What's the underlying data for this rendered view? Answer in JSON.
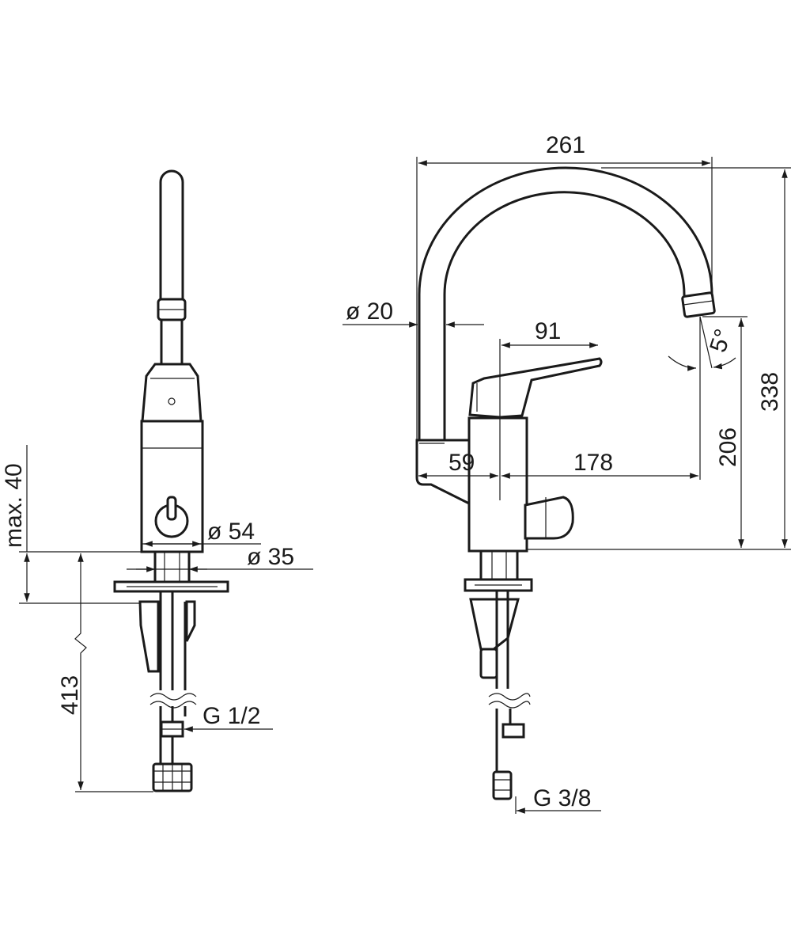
{
  "dimensions": {
    "width_total": "261",
    "height_total": "338",
    "outlet_height": "206",
    "lever_length": "91",
    "spout_diameter": "ø 20",
    "spout_angle": "5°",
    "base_to_axis": "59",
    "axis_to_outlet": "178",
    "body_diameter": "ø 54",
    "shank_diameter": "ø 35",
    "deck_thickness": "max. 40",
    "hose_length": "413",
    "thread_supply": "G 1/2",
    "thread_outlet": "G 3/8"
  }
}
